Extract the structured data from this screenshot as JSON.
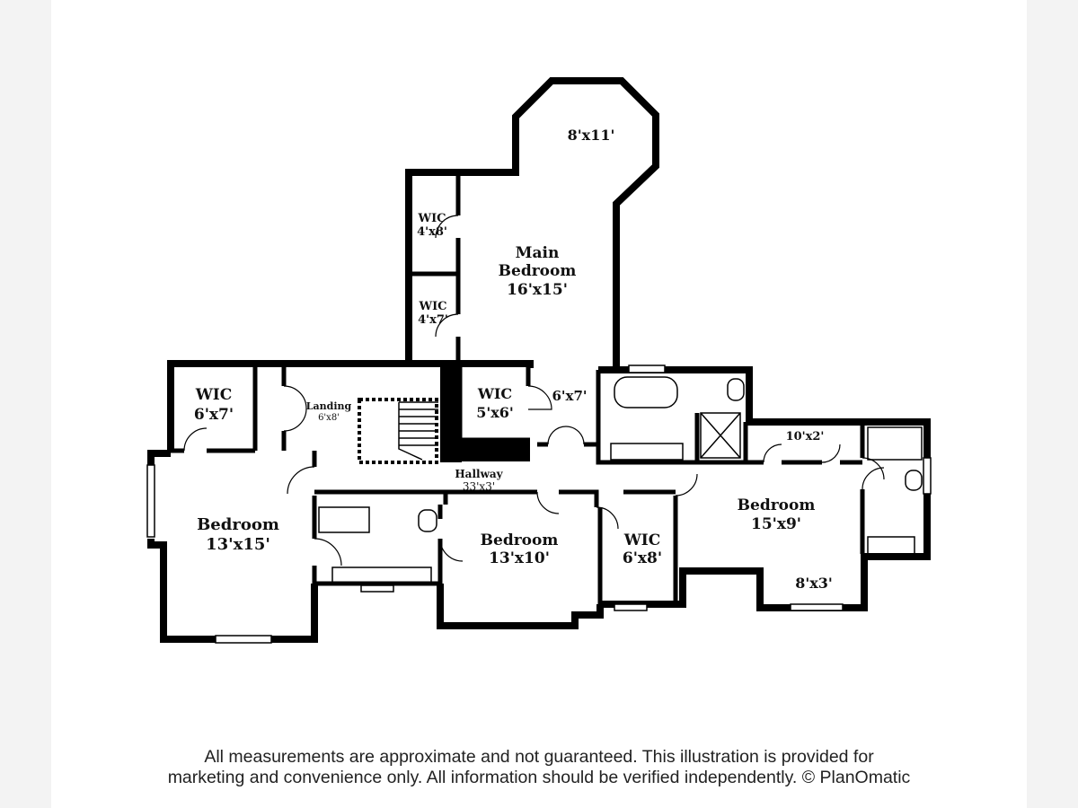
{
  "colors": {
    "wall": "#000000",
    "background": "#ffffff",
    "margin": "#f3f3f3",
    "text": "#111111"
  },
  "rooms": {
    "main_bay": {
      "size": "8'x11'"
    },
    "main_bedroom": {
      "line1": "Main",
      "line2": "Bedroom",
      "size": "16'x15'"
    },
    "wic_upper": {
      "name": "WIC",
      "size": "4'x8'"
    },
    "wic_lower": {
      "name": "WIC",
      "size": "4'x7'"
    },
    "wic_left": {
      "name": "WIC",
      "size": "6'x7'"
    },
    "landing": {
      "name": "Landing",
      "size": "6'x8'"
    },
    "wic_center": {
      "name": "WIC",
      "size": "5'x6'"
    },
    "main_bath_area": {
      "size": "6'x7'"
    },
    "closet_right": {
      "size": "10'x2'"
    },
    "hallway": {
      "name": "Hallway",
      "size": "33'x3'"
    },
    "bedroom_left": {
      "name": "Bedroom",
      "size": "13'x15'"
    },
    "bedroom_center": {
      "name": "Bedroom",
      "size": "13'x10'"
    },
    "wic_right": {
      "name": "WIC",
      "size": "6'x8'"
    },
    "bedroom_right": {
      "name": "Bedroom",
      "size": "15'x9'"
    },
    "nook_right": {
      "size": "8'x3'"
    }
  },
  "disclaimer": {
    "line1": "All measurements are approximate and not guaranteed. This illustration is provided for",
    "line2": "marketing and convenience only. All information should be verified independently. © PlanOmatic"
  }
}
